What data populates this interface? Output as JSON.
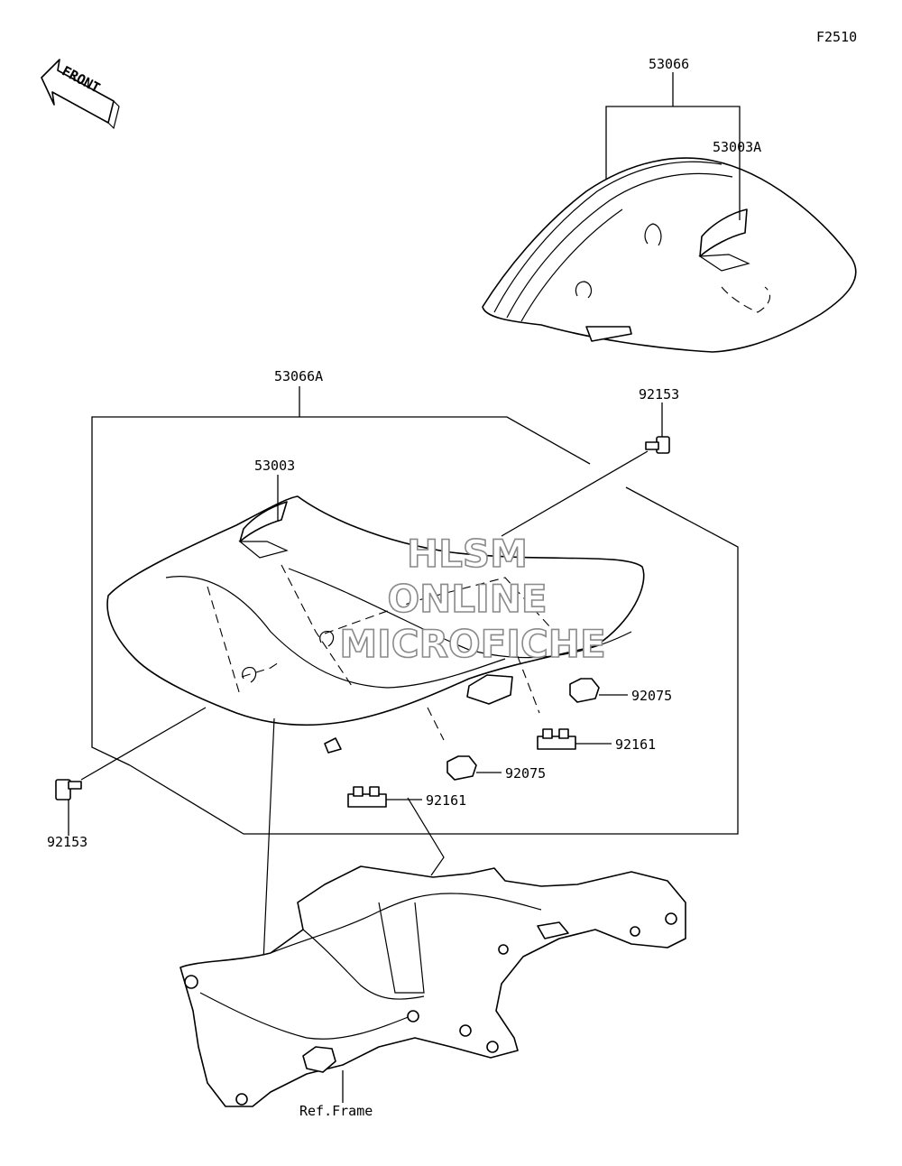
{
  "figure_code": "F2510",
  "front_indicator": "FRONT",
  "watermark": {
    "line1": "HLSM",
    "line2": "ONLINE",
    "line3": "MICROFICHE"
  },
  "callouts": {
    "rear_seat_assy": "53066",
    "rear_seat_cover": "53003A",
    "front_seat_assy": "53066A",
    "front_seat_cover": "53003",
    "bolt_right": "92153",
    "bolt_left": "92153",
    "damper_right": "92075",
    "damper_center": "92075",
    "clip_right": "92161",
    "clip_center": "92161",
    "ref_frame": "Ref.Frame"
  }
}
